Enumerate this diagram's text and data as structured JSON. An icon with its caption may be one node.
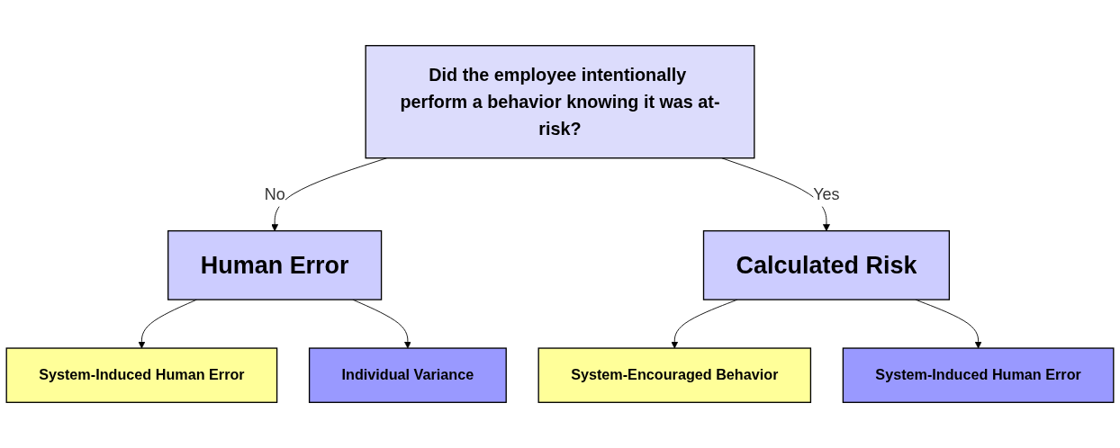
{
  "diagram": {
    "nodes": [
      {
        "text": [
          "Did the employee intentionally perform a behavior knowing it was at-risk?"
        ]
      },
      {
        "text": [
          "Human Error"
        ]
      },
      {
        "text": [
          "Calculated Risk"
        ]
      },
      {
        "text": [
          "System-Induced Human Error"
        ]
      },
      {
        "text": [
          "Individual Variance"
        ]
      },
      {
        "text": [
          "System-Encouraged Behavior"
        ]
      },
      {
        "text": [
          "System-Induced Human Error"
        ]
      }
    ],
    "edges": [
      {
        "from": 0,
        "to": 1,
        "arrow": "to",
        "label": "No"
      },
      {
        "from": 0,
        "to": 2,
        "arrow": "to",
        "label": "Yes"
      },
      {
        "from": 1,
        "to": 3,
        "arrow": "to"
      },
      {
        "from": 1,
        "to": 4,
        "arrow": "to"
      },
      {
        "from": 2,
        "to": 5,
        "arrow": "to"
      },
      {
        "from": 2,
        "to": 6,
        "arrow": "to"
      }
    ]
  }
}
